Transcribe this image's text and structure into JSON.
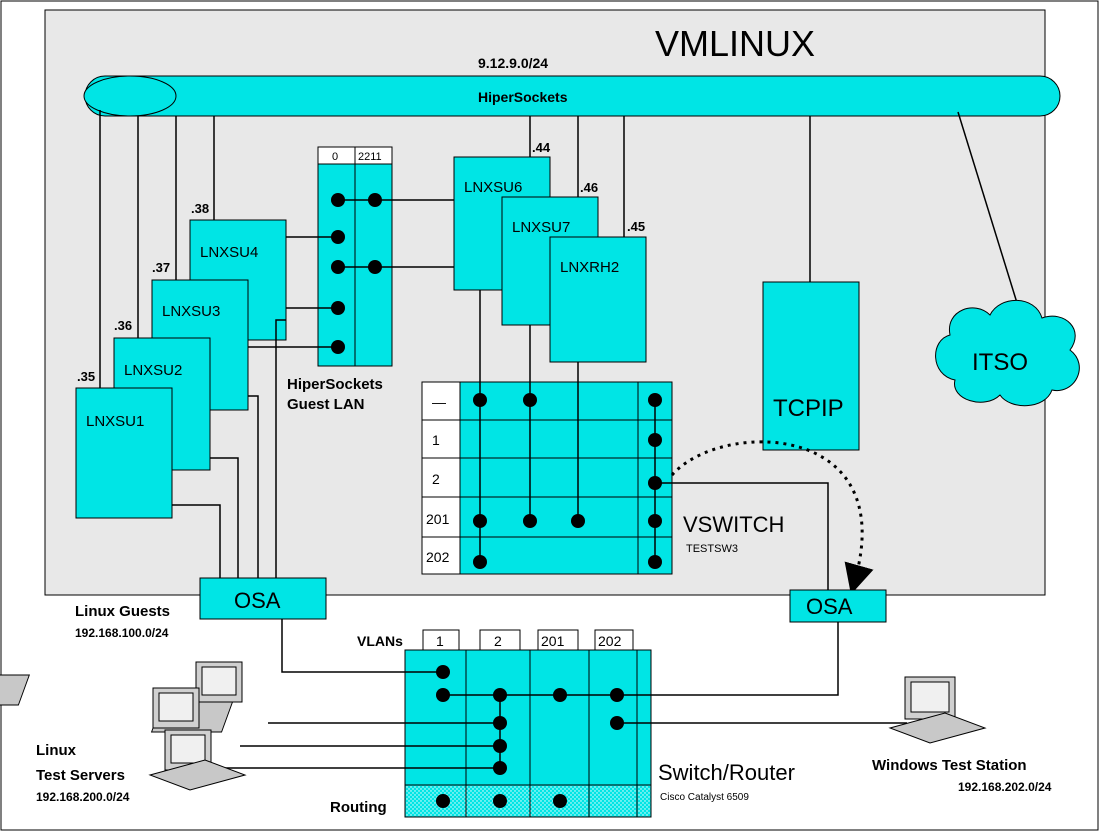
{
  "title": "VMLINUX",
  "network": "9.12.9.0/24",
  "hipersockets": {
    "label": "HiperSockets"
  },
  "guest_lan": {
    "cols": [
      "0",
      "2211"
    ],
    "label_line1": "HiperSockets",
    "label_line2": "Guest LAN"
  },
  "guests": [
    {
      "name": "LNXSU1",
      "ip": ".35"
    },
    {
      "name": "LNXSU2",
      "ip": ".36"
    },
    {
      "name": "LNXSU3",
      "ip": ".37"
    },
    {
      "name": "LNXSU4",
      "ip": ".38"
    },
    {
      "name": "LNXSU6",
      "ip": ".44"
    },
    {
      "name": "LNXSU7",
      "ip": ".46"
    },
    {
      "name": "LNXRH2",
      "ip": ".45"
    }
  ],
  "tcpip": "TCPIP",
  "itso": "ITSO",
  "vswitch": {
    "rows": [
      "—",
      "1",
      "2",
      "201",
      "202"
    ],
    "label": "VSWITCH",
    "name": "TESTSW3"
  },
  "osa_left": "OSA",
  "osa_right": "OSA",
  "linux_guests": {
    "label": "Linux Guests",
    "subnet": "192.168.100.0/24"
  },
  "switch": {
    "vlans_label": "VLANs",
    "vlans": [
      "1",
      "2",
      "201",
      "202"
    ],
    "label": "Switch/Router",
    "model": "Cisco Catalyst 6509",
    "routing": "Routing"
  },
  "linux_test": {
    "line1": "Linux",
    "line2": "Test Servers",
    "subnet": "192.168.200.0/24"
  },
  "windows": {
    "label": "Windows Test Station",
    "subnet": "192.168.202.0/24"
  },
  "colors": {
    "cyan": "#00e5e5",
    "vm_bg": "#e8e8e8",
    "itso": "#00e5e5"
  }
}
